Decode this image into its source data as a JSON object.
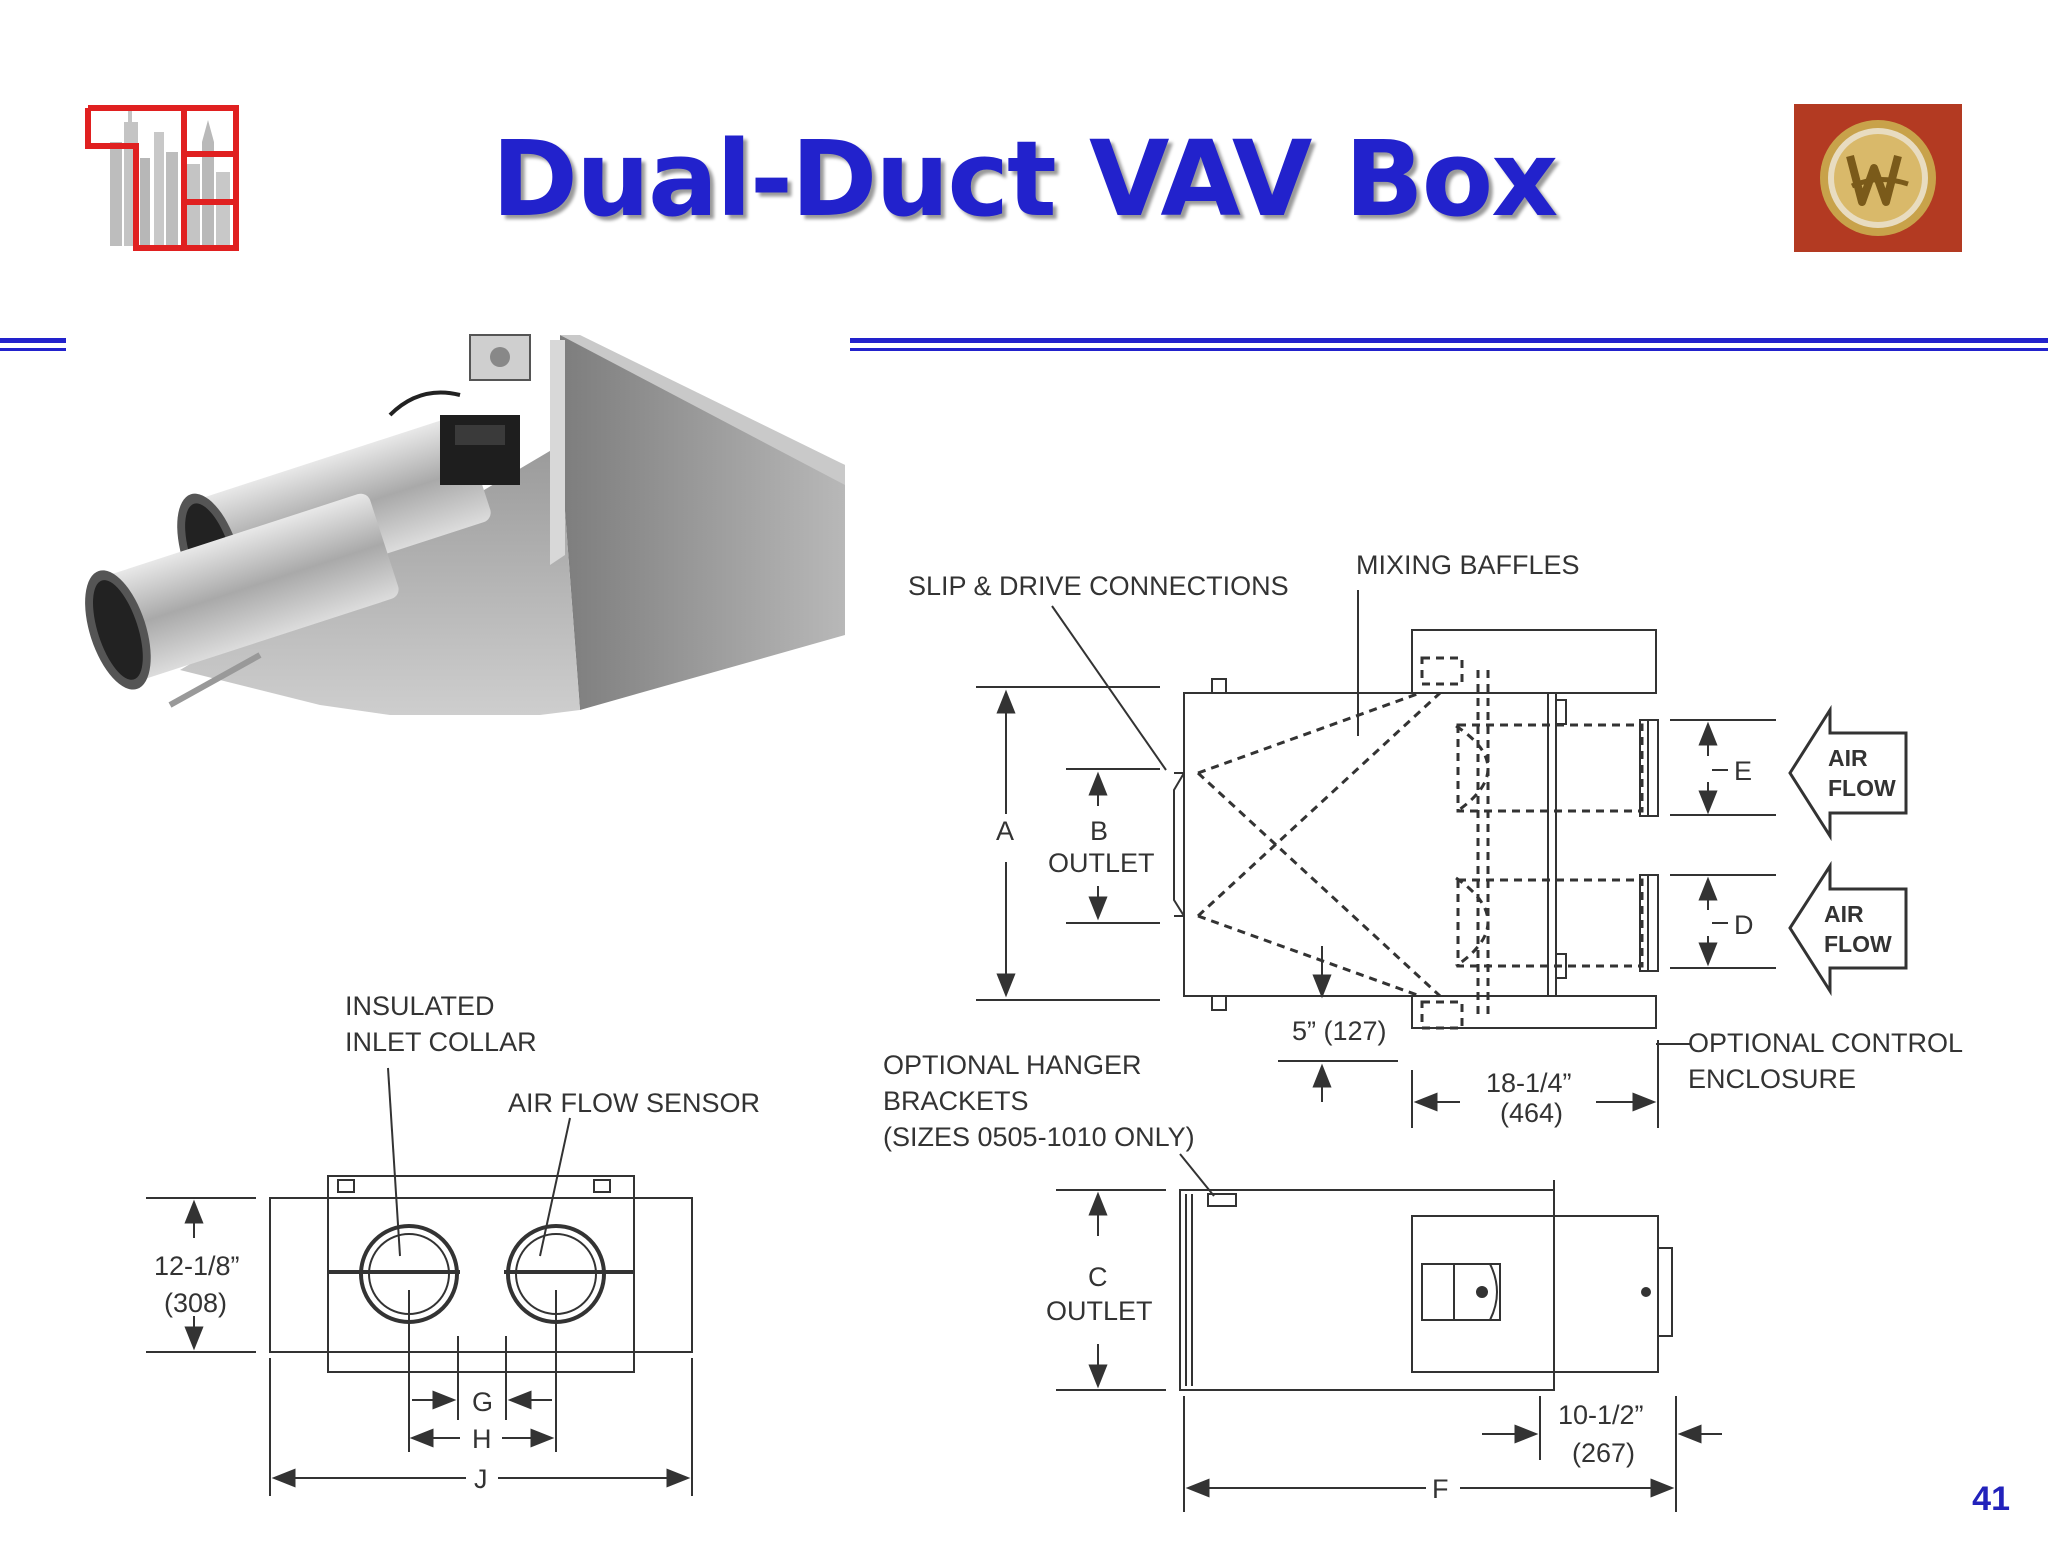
{
  "slide": {
    "title": "Dual-Duct VAV Box",
    "page_number": "41"
  },
  "colors": {
    "title": "#2222cc",
    "rule": "#2222cc",
    "left_logo_frame": "#e02020",
    "right_logo_bg": "#b33a22",
    "right_logo_gold": "#c8a24a",
    "drawing_line": "#333333"
  },
  "icons": {
    "left_logo": "city-skyline-logo-icon",
    "right_logo": "gold-medallion-logo-icon"
  },
  "plan_view": {
    "mixing_baffles": "MIXING BAFFLES",
    "slip_drive": "SLIP & DRIVE CONNECTIONS",
    "dim_a": "A",
    "dim_b": "B",
    "outlet": "OUTLET",
    "dim_e": "E",
    "dim_d": "D",
    "air": "AIR",
    "flow": "FLOW",
    "dim_5_in": "5” (127)",
    "dim_18_in": "18-1/4”",
    "dim_18_mm": "(464)",
    "control_line1": "OPTIONAL CONTROL",
    "control_line2": "ENCLOSURE"
  },
  "end_view": {
    "insulated_line1": "INSULATED",
    "insulated_line2": "INLET COLLAR",
    "air_flow_sensor": "AIR FLOW SENSOR",
    "height_in": "12-1/8”",
    "height_mm": "(308)",
    "dim_g": "G",
    "dim_h": "H",
    "dim_j": "J"
  },
  "side_view": {
    "hanger_line1": "OPTIONAL HANGER",
    "hanger_line2": "BRACKETS",
    "hanger_line3": "(SIZES 0505-1010 ONLY)",
    "dim_c": "C",
    "outlet": "OUTLET",
    "dim_10_in": "10-1/2”",
    "dim_10_mm": "(267)",
    "dim_f": "F"
  }
}
